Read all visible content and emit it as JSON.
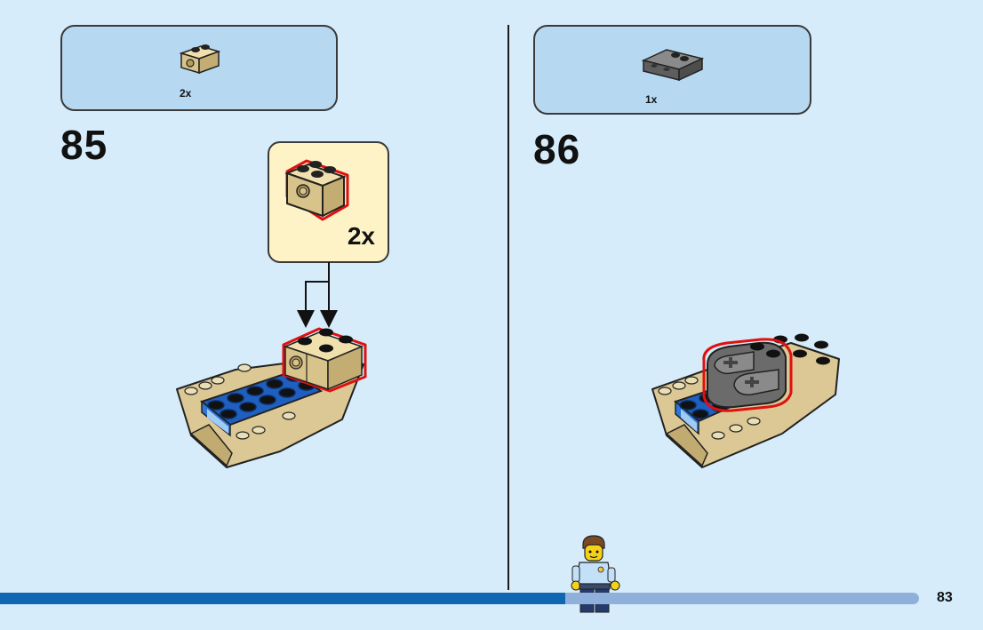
{
  "steps": [
    {
      "number": "85",
      "parts": [
        {
          "icon": "tan-technic-brick-icon",
          "qty": "2x"
        }
      ],
      "callout": {
        "icon": "tan-technic-brick-icon",
        "qty": "2x"
      }
    },
    {
      "number": "86",
      "parts": [
        {
          "icon": "dark-gray-technic-connector-icon",
          "qty": "1x"
        }
      ]
    }
  ],
  "page": {
    "number": "83",
    "progress": 0.615
  },
  "colors": {
    "background": "#d6ecfa",
    "parts_box": "#b7d8f1",
    "callout": "#fdf3c7",
    "tan": "#dcc894",
    "blue": "#1f5fbf",
    "dark_gray": "#6b6b6b",
    "highlight": "#e01010",
    "progress_done": "#1166b1",
    "progress_todo": "#8eb0da"
  }
}
